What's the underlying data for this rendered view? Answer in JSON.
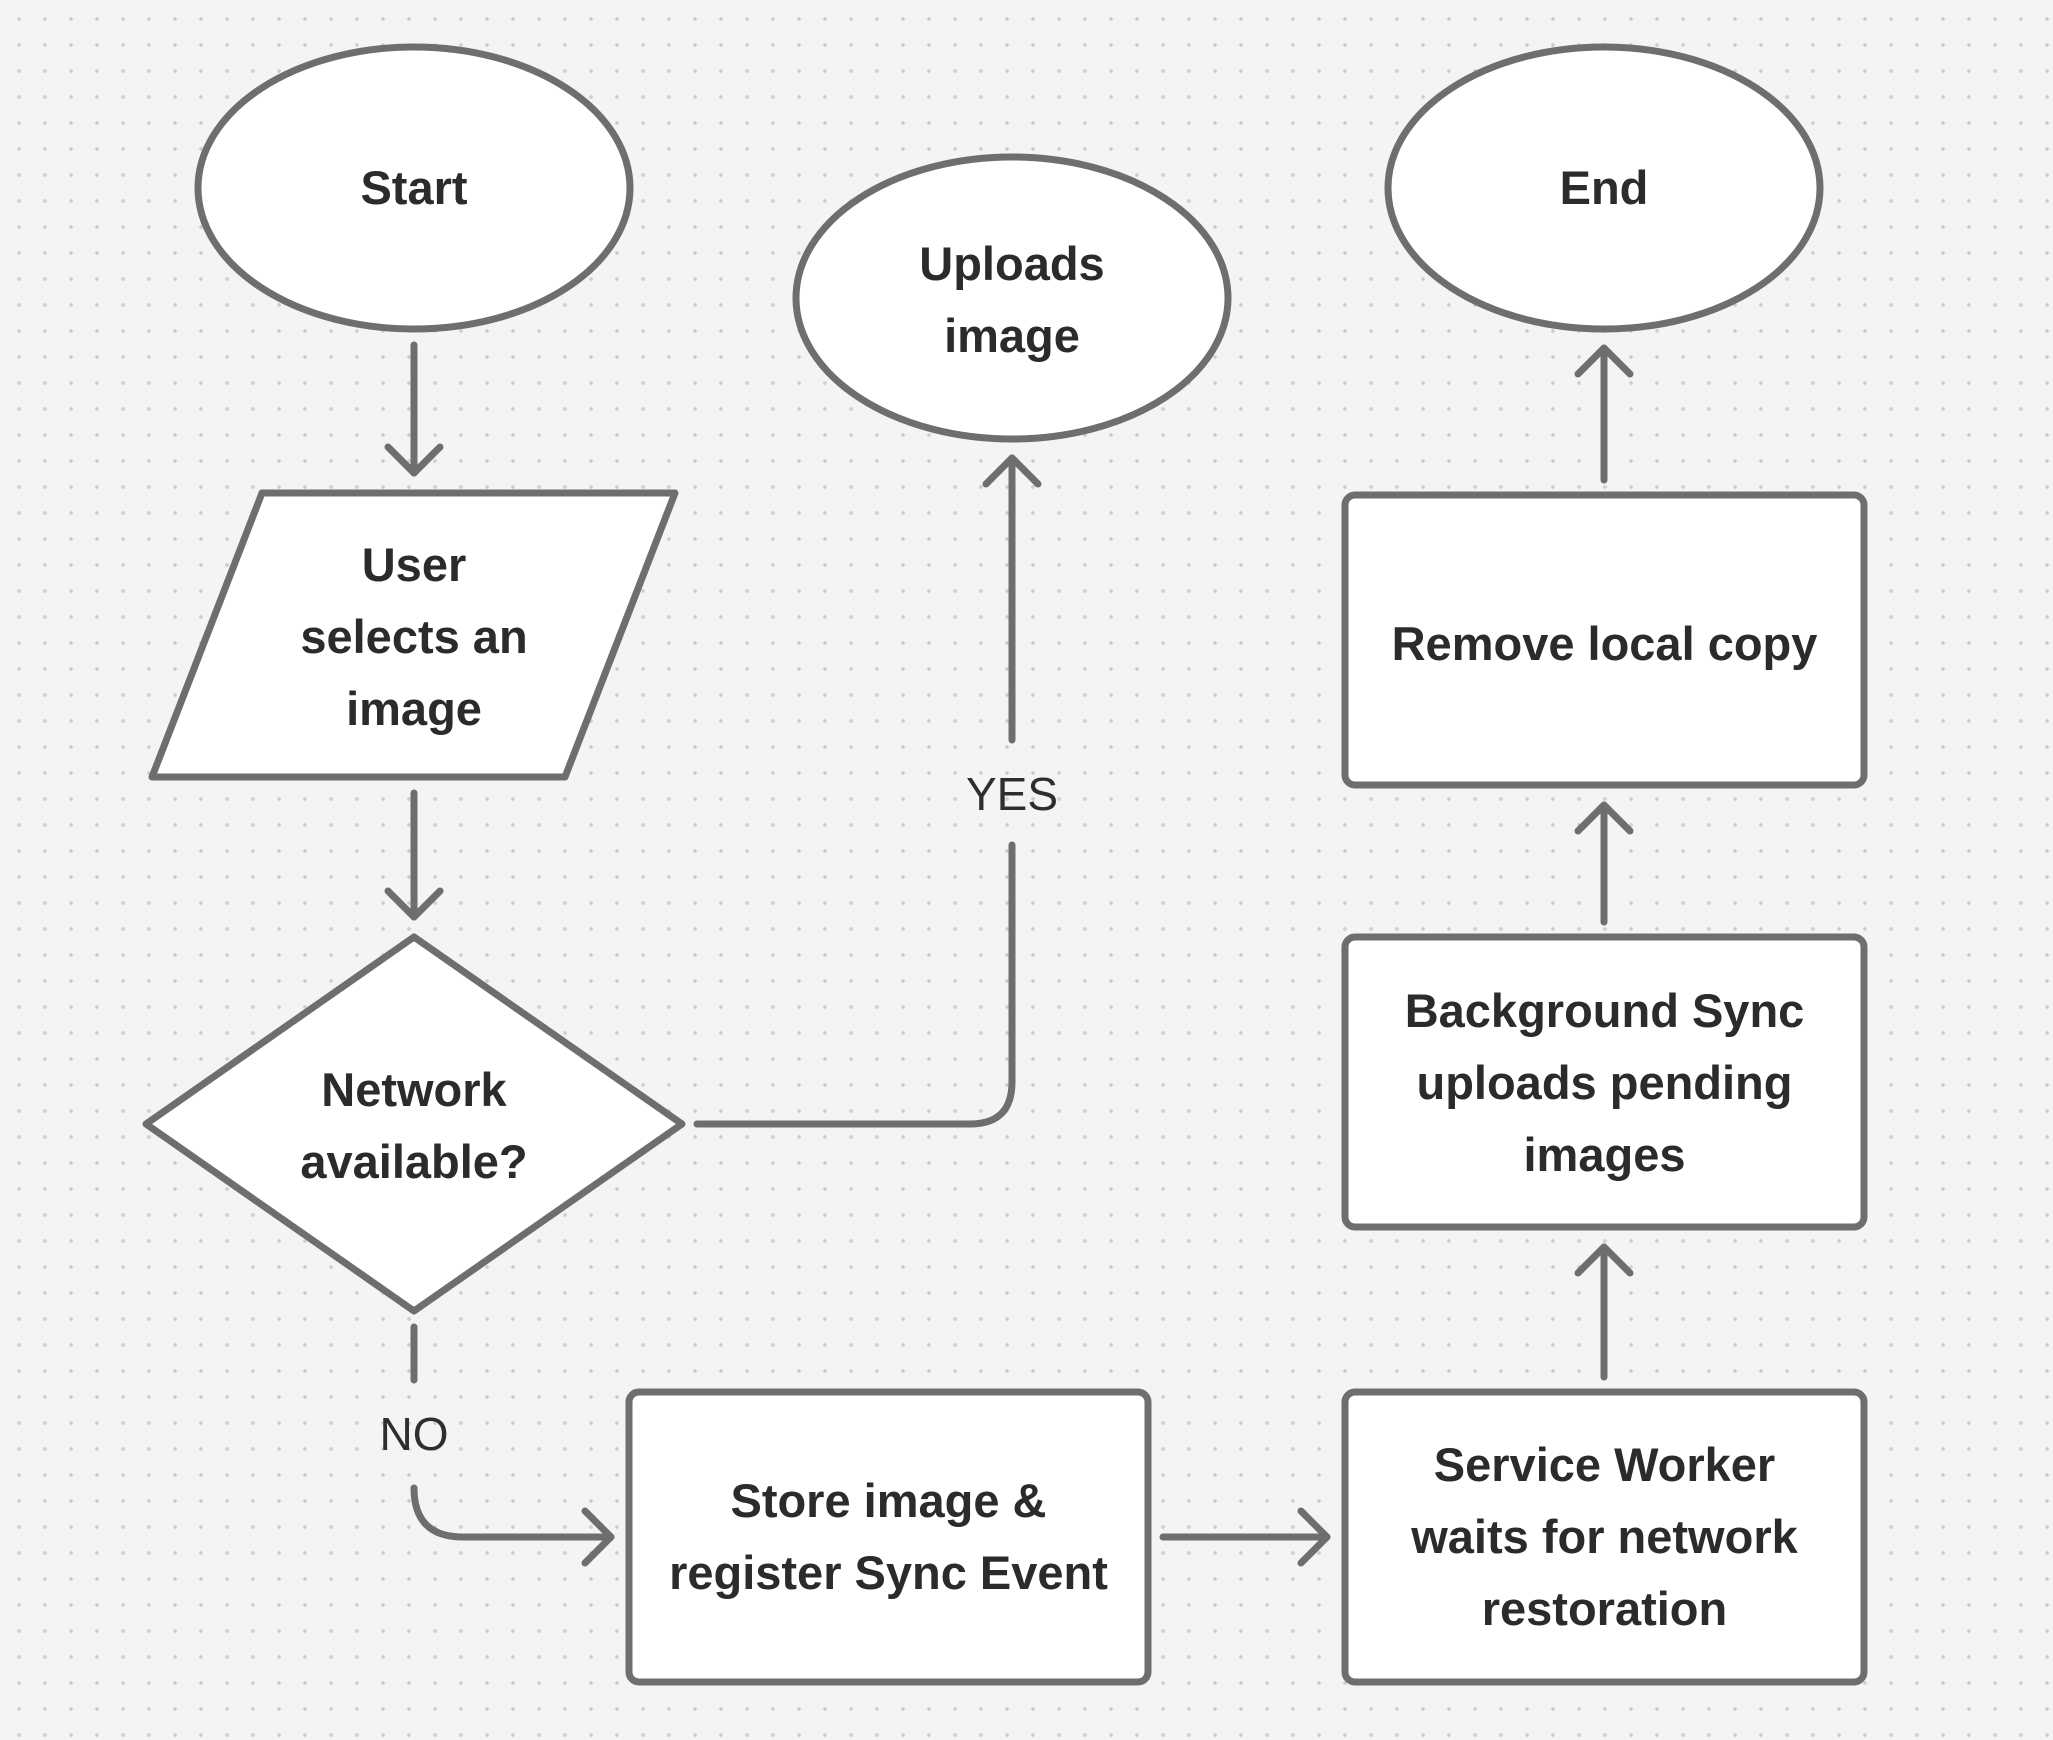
{
  "nodes": {
    "start": {
      "label": "Start",
      "shape": "ellipse"
    },
    "select": {
      "label": "User\nselects an\nimage",
      "shape": "parallelogram"
    },
    "network": {
      "label": "Network\navailable?",
      "shape": "diamond"
    },
    "uploads": {
      "label": "Uploads\nimage",
      "shape": "ellipse"
    },
    "store": {
      "label": "Store image &\nregister Sync Event",
      "shape": "rectangle"
    },
    "waits": {
      "label": "Service Worker\nwaits for network\nrestoration",
      "shape": "rectangle"
    },
    "bgsync": {
      "label": "Background Sync\nuploads pending\nimages",
      "shape": "rectangle"
    },
    "remove": {
      "label": "Remove local copy",
      "shape": "rectangle"
    },
    "end": {
      "label": "End",
      "shape": "ellipse"
    }
  },
  "edges": {
    "start_select": {
      "from": "start",
      "to": "select",
      "label": ""
    },
    "select_network": {
      "from": "select",
      "to": "network",
      "label": ""
    },
    "network_uploads": {
      "from": "network",
      "to": "uploads",
      "label": "YES"
    },
    "network_store": {
      "from": "network",
      "to": "store",
      "label": "NO"
    },
    "store_waits": {
      "from": "store",
      "to": "waits",
      "label": ""
    },
    "waits_bgsync": {
      "from": "waits",
      "to": "bgsync",
      "label": ""
    },
    "bgsync_remove": {
      "from": "bgsync",
      "to": "remove",
      "label": ""
    },
    "remove_end": {
      "from": "remove",
      "to": "end",
      "label": ""
    }
  },
  "colors": {
    "background": "#f4f4f4",
    "stroke": "#6e6e6e",
    "node_fill": "#ffffff",
    "text": "#2b2b2b"
  }
}
